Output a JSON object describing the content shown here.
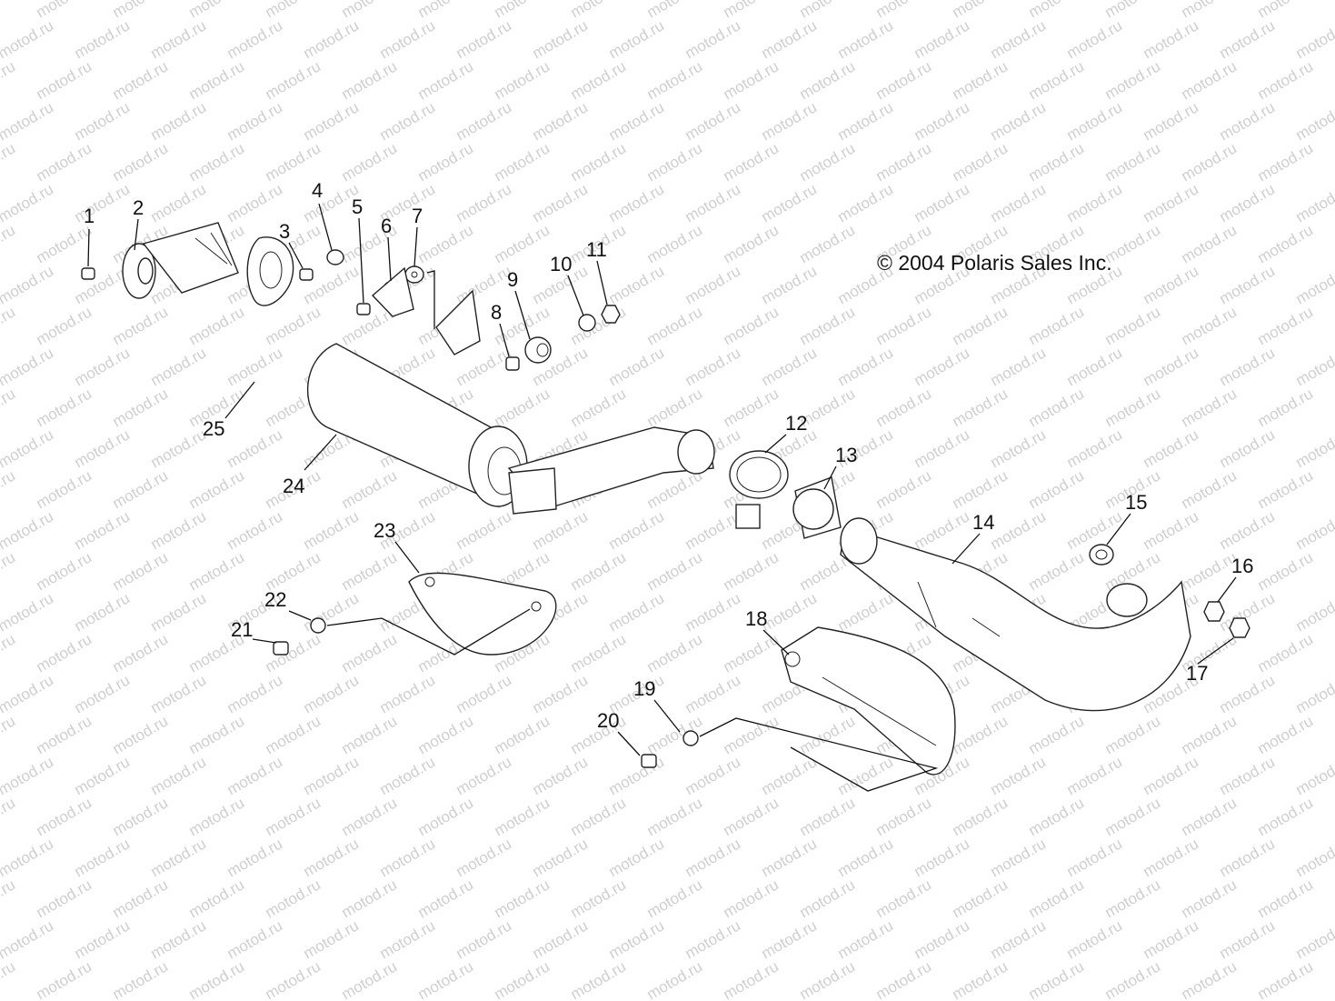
{
  "copyright": "© 2004 Polaris Sales Inc.",
  "watermark": "motod.ru",
  "callouts": [
    "1",
    "2",
    "3",
    "4",
    "5",
    "6",
    "7",
    "8",
    "9",
    "10",
    "11",
    "12",
    "13",
    "14",
    "15",
    "16",
    "17",
    "18",
    "19",
    "20",
    "21",
    "22",
    "23",
    "24",
    "25"
  ]
}
